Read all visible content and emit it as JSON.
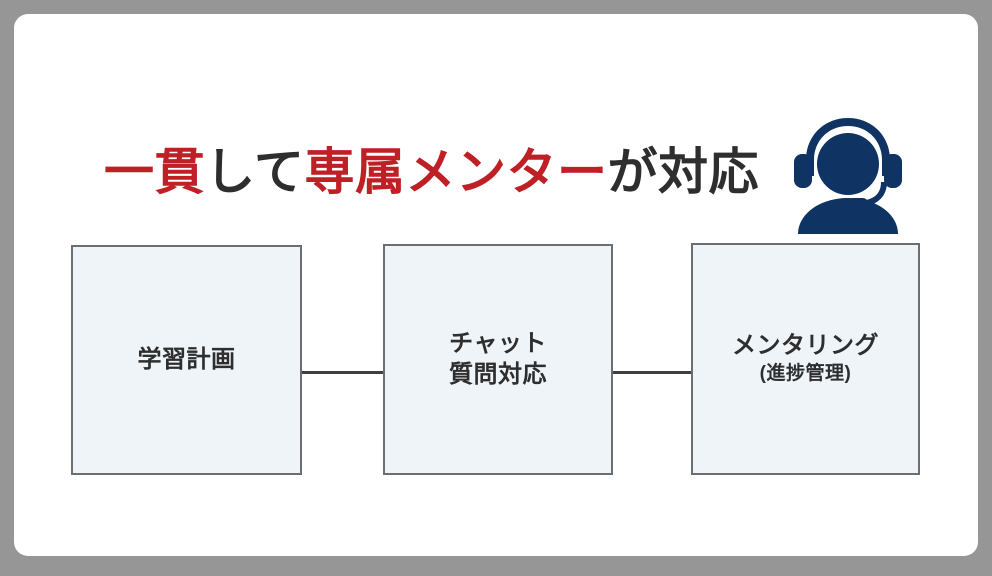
{
  "slide": {
    "background_color": "#969696",
    "card_color": "#ffffff"
  },
  "headline": {
    "full_text": "一貫して専属メンターが対応",
    "segments": [
      {
        "text": "一貫",
        "color": "#bf2026",
        "emphasis": true
      },
      {
        "text": "して",
        "color": "#2e2e2e",
        "emphasis": false
      },
      {
        "text": "専属メンター",
        "color": "#bf2026",
        "emphasis": true
      },
      {
        "text": "が対応",
        "color": "#2e2e2e",
        "emphasis": false
      }
    ],
    "accent_color": "#bf2026",
    "text_color": "#2e2e2e"
  },
  "agent_icon": {
    "name": "headset-support-agent-icon",
    "color": "#0f3363"
  },
  "flow": {
    "box_fill": "#eff4f8",
    "box_border": "#6b6f73",
    "connector_color": "#3f3f3f",
    "steps": [
      {
        "id": "step-1",
        "name": "learning-plan",
        "lines": [
          {
            "text": "学習計画",
            "size": "main"
          }
        ]
      },
      {
        "id": "step-2",
        "name": "chat-qa",
        "lines": [
          {
            "text": "チャット",
            "size": "main"
          },
          {
            "text": "質問対応",
            "size": "main"
          }
        ]
      },
      {
        "id": "step-3",
        "name": "mentoring",
        "lines": [
          {
            "text": "メンタリング",
            "size": "main"
          },
          {
            "text": "(進捗管理)",
            "size": "sub"
          }
        ]
      }
    ]
  }
}
